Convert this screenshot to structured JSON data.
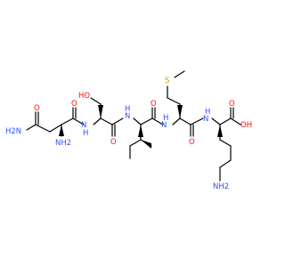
{
  "molecule": {
    "atoms": {
      "h2n_amide": "H2N",
      "o_amide": "O",
      "nh2_alpha": "NH2",
      "hn_ser": "H",
      "n_ser": "N",
      "o_asn": "O",
      "ho_ser": "HO",
      "hn_ile": "H",
      "n_ile": "N",
      "o_ser": "O",
      "o_ile": "O",
      "hn_met": "H",
      "n_met": "N",
      "s_met": "S",
      "hn_lys": "H",
      "n_lys": "N",
      "o_met": "O",
      "o_acid": "O",
      "oh_acid": "OH",
      "nh2_lys": "NH2"
    },
    "colors": {
      "bond": "#000000",
      "nitrogen": "#3050F8",
      "oxygen": "#FF0D0D",
      "sulfur": "#C8A000"
    }
  }
}
